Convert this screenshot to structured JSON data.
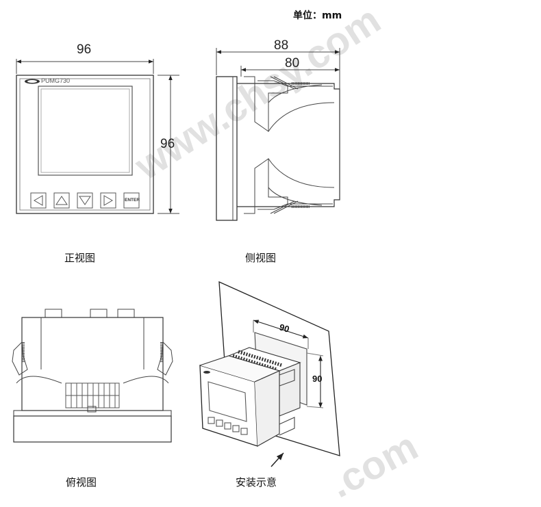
{
  "unit_label": "单位：mm",
  "front_view": {
    "model_label": "PUMG730",
    "enter_label": "ENTER",
    "dim_width": "96",
    "dim_height": "96",
    "caption": "正视图"
  },
  "side_view": {
    "dim_outer": "88",
    "dim_inner": "80",
    "caption": "侧视图"
  },
  "top_view": {
    "caption": "俯视图"
  },
  "install_view": {
    "dim_cut_w": "90",
    "dim_cut_h": "90",
    "caption": "安装示意"
  },
  "watermark": "www.chsy.com",
  "watermark2": ".com",
  "icons": [
    "left-arrow-icon",
    "up-arrow-icon",
    "down-arrow-icon",
    "right-arrow-icon",
    "brand-logo-icon"
  ]
}
